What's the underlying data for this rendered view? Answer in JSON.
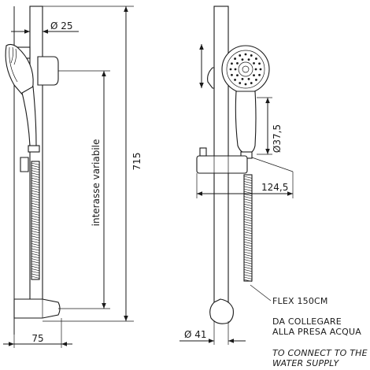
{
  "dimensions": {
    "bar_diameter": "Ø 25",
    "total_height": "715",
    "variable_spacing": "interasse variabile",
    "wall_offset": "75",
    "head_diameter": "Ø37,5",
    "projection": "124,5",
    "support_diameter": "Ø 41"
  },
  "notes": {
    "hose": "FLEX 150CM",
    "connect_it_line1": "DA COLLEGARE",
    "connect_it_line2": "ALLA PRESA ACQUA",
    "connect_en_line1": "TO CONNECT TO THE",
    "connect_en_line2": "WATER SUPPLY"
  }
}
